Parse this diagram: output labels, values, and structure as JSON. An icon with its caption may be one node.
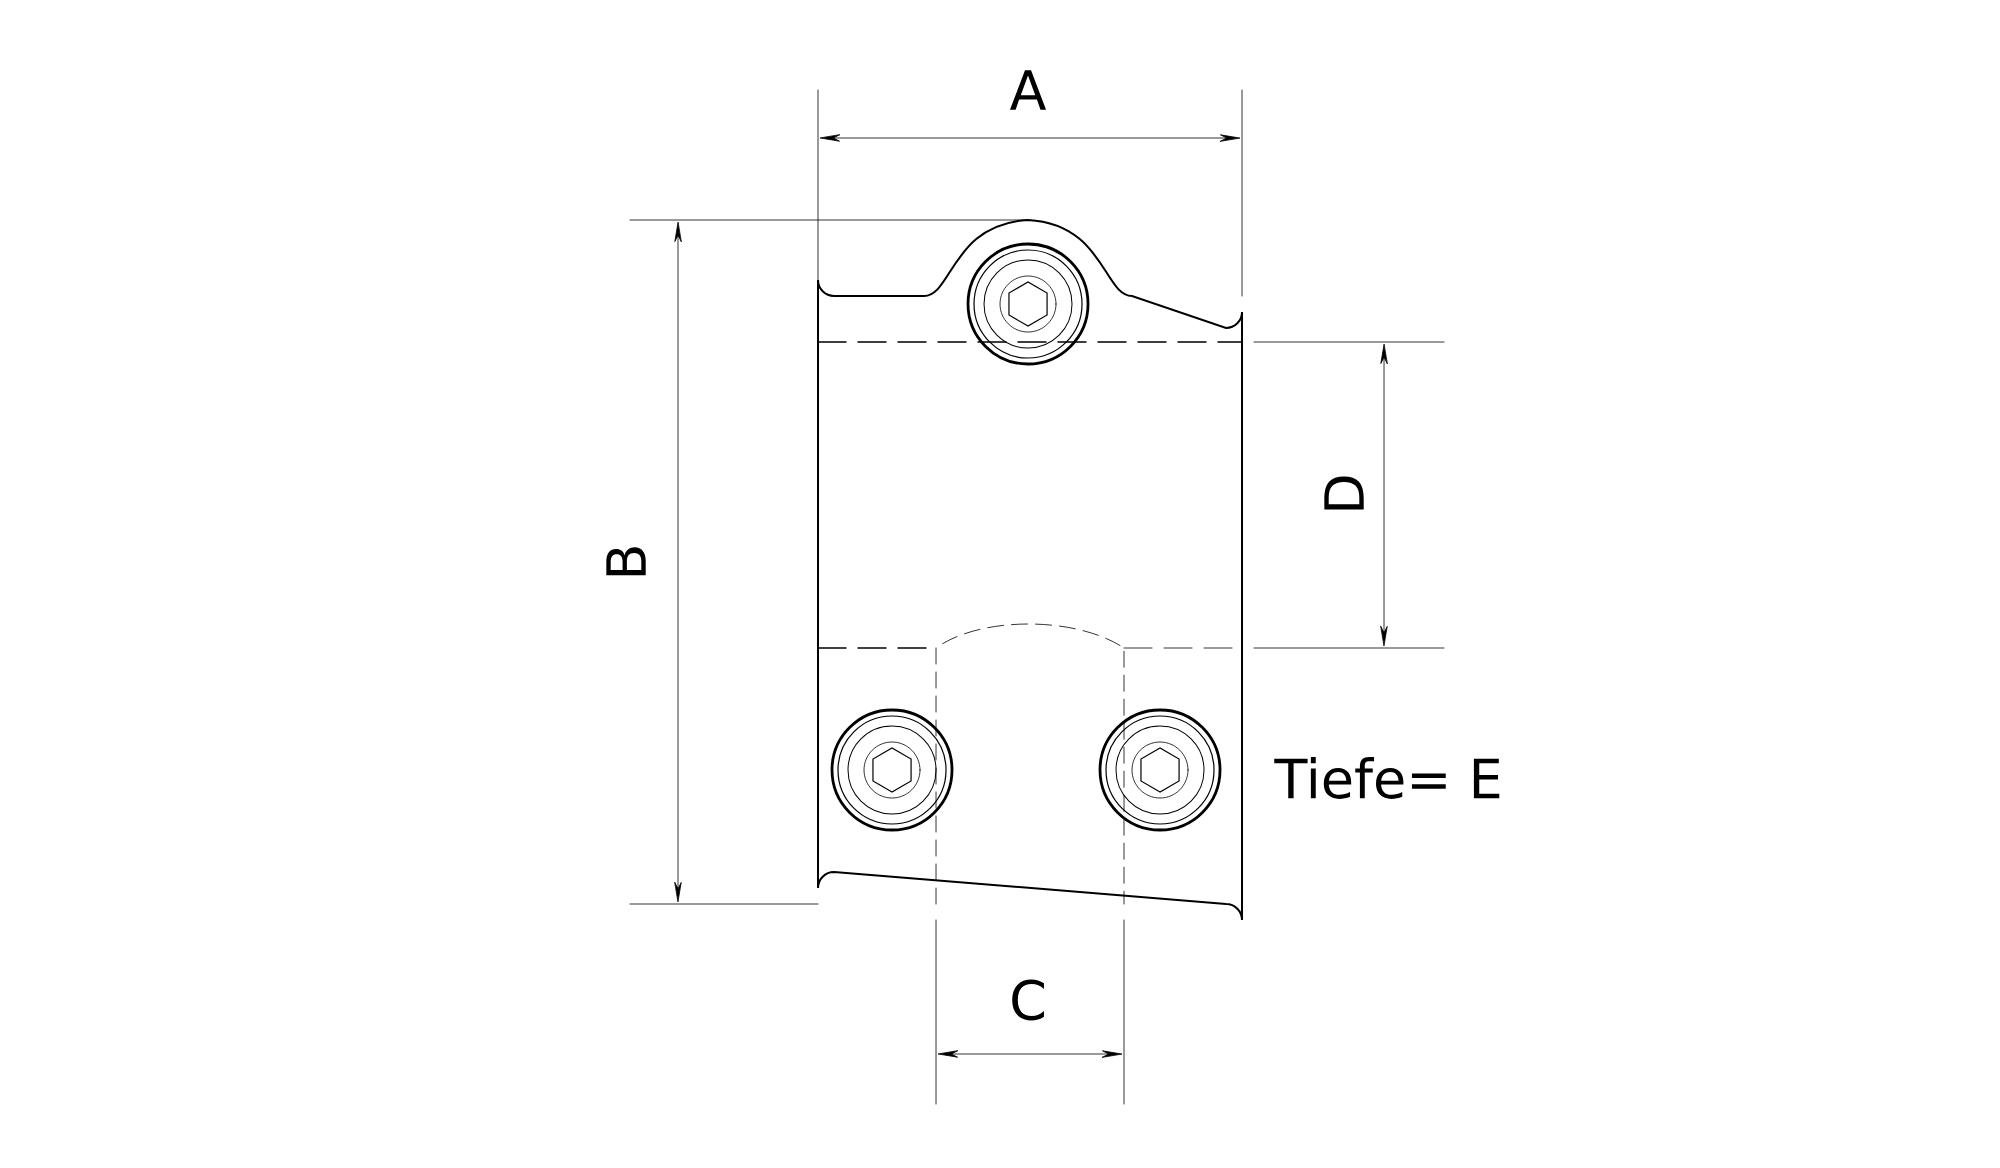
{
  "diagram": {
    "labels": [
      "A",
      "B",
      "D",
      "Tiefe= E",
      "C"
    ]
  }
}
